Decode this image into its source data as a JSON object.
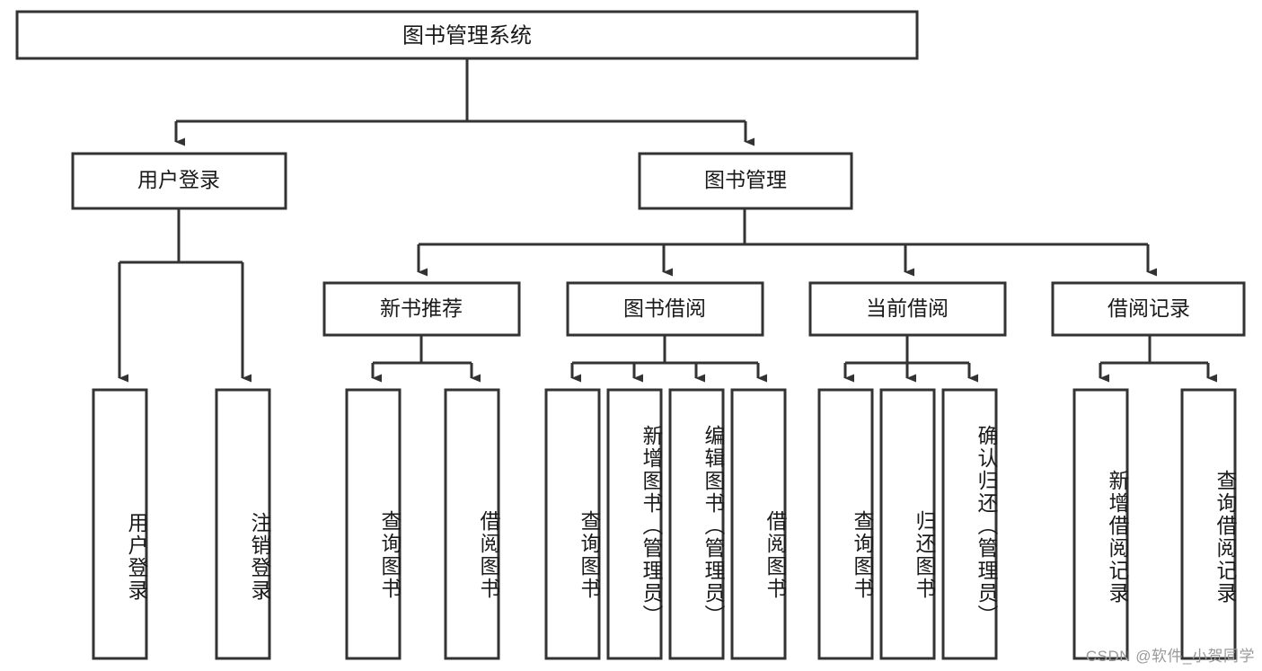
{
  "diagram": {
    "title_node": {
      "label": "图书管理系统"
    },
    "level2": [
      {
        "label": "用户登录"
      },
      {
        "label": "图书管理"
      }
    ],
    "level3": [
      {
        "label": "新书推荐"
      },
      {
        "label": "图书借阅"
      },
      {
        "label": "当前借阅"
      },
      {
        "label": "借阅记录"
      }
    ],
    "leaves": {
      "user_login": [
        {
          "label": "用户登录"
        },
        {
          "label": "注销登录"
        }
      ],
      "new_book_recommend": [
        {
          "label": "查询图书"
        },
        {
          "label": "借阅图书"
        }
      ],
      "book_borrow": [
        {
          "label": "查询图书"
        },
        {
          "label": "新增图书（管理员）"
        },
        {
          "label": "编辑图书（管理员）"
        },
        {
          "label": "借阅图书"
        }
      ],
      "current_borrow": [
        {
          "label": "查询图书"
        },
        {
          "label": "归还图书"
        },
        {
          "label": "确认归还（管理员）"
        }
      ],
      "borrow_record": [
        {
          "label": "新增借阅记录"
        },
        {
          "label": "查询借阅记录"
        }
      ]
    }
  },
  "watermark": {
    "text": "CSDN @软件_小贺同学"
  },
  "colors": {
    "background": "#ffffff",
    "stroke": "#333333",
    "text": "#1a1a1a",
    "watermark": "#9a9a9a"
  }
}
